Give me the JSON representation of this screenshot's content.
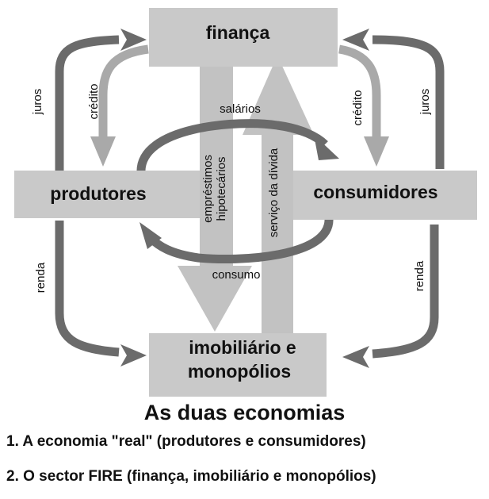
{
  "nodes": {
    "financa": "finança",
    "produtores": "produtores",
    "consumidores": "consumidores",
    "imobiliario_line1": "imobiliário e",
    "imobiliario_line2": "monopólios"
  },
  "flows": {
    "juros_left": "juros",
    "credito_left": "crédito",
    "credito_right": "crédito",
    "juros_right": "juros",
    "salarios": "salários",
    "consumo": "consumo",
    "emprestimos_line1": "empréstimos",
    "emprestimos_line2": "hipotecários",
    "servico_divida": "serviço da dívida",
    "renda_left": "renda",
    "renda_right": "renda"
  },
  "caption": {
    "title": "As duas economias",
    "line1": "1. A economia \"real\" (produtores e consumidores)",
    "line2": "2. O sector FIRE (finança, imobiliário e monopólios)"
  },
  "colors": {
    "box": "#c9c9c9",
    "dark_arrow": "#6b6b6b",
    "light_arrow": "#a9a9a9"
  }
}
